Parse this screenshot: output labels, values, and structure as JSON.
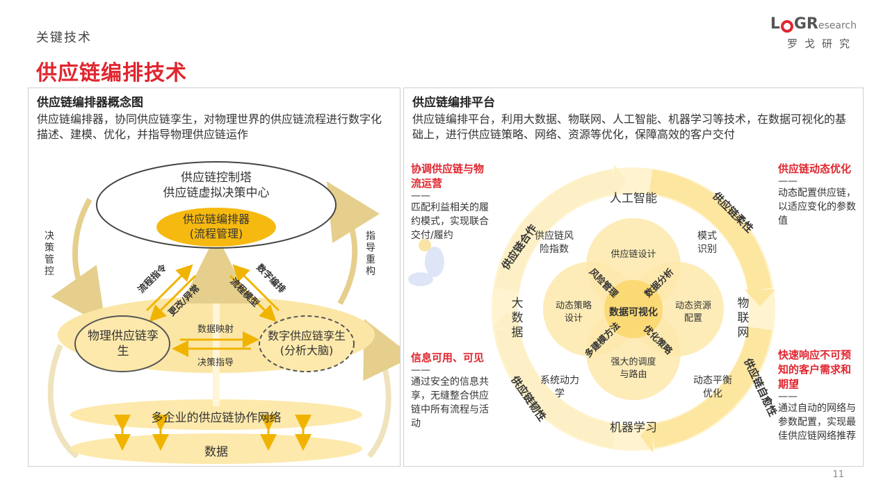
{
  "header": {
    "section_label": "关键技术",
    "title": "供应链编排技术",
    "logo": {
      "letters": "LOGR",
      "word": "esearch",
      "subtitle": "罗戈研究"
    }
  },
  "left_panel": {
    "heading": "供应链编排器概念图",
    "description": "供应链编排器，协同供应链孪生，对物理世界的供应链流程进行数字化描述、建模、优化，并指导物理供应链运作",
    "tower_line1": "供应链控制塔",
    "tower_line2": "供应链虚拟决策中心",
    "orchestrator_line1": "供应链编排器",
    "orchestrator_line2": "(流程管理)",
    "left_side_label": "决策管控",
    "right_side_label": "指导重构",
    "arrow_labels": [
      "流程指令",
      "更改/异常",
      "流程模型",
      "数字编排"
    ],
    "physical_twin": "物理供应链孪生",
    "digital_twin_line1": "数字供应链孪生",
    "digital_twin_line2": "(分析大脑)",
    "data_mapping": "数据映射",
    "decision_guidance": "决策指导",
    "network": "多企业的供应链协作网络",
    "data": "数据"
  },
  "right_panel": {
    "heading": "供应链编排平台",
    "description": "供应链编排平台，利用大数据、物联网、人工智能、机器学习等技术，在数据可视化的基础上，进行供应链策略、网络、资源等优化，保障高效的客户交付",
    "ring_labels": [
      "供应链合作",
      "供应链柔性",
      "供应链自愈性",
      "供应链韧性"
    ],
    "outer_labels": [
      "人工智能",
      "物联网",
      "机器学习",
      "大数据"
    ],
    "inner_labels": [
      "供应链风险指数",
      "模式识别",
      "动态平衡优化",
      "系统动力学"
    ],
    "petal_labels": [
      "供应链设计",
      "动态资源配置",
      "强大的调度与路由",
      "动态策略设计"
    ],
    "cross_labels": [
      "风险管理",
      "数据分析",
      "优化策略",
      "多建模方法"
    ],
    "center": "数据可视化"
  },
  "side_notes": [
    {
      "title": "协调供应链与物流运营",
      "dash": "——",
      "body": "匹配利益相关的履约模式，实现联合交付/履约"
    },
    {
      "title": "信息可用、可见",
      "dash": "——",
      "body": "通过安全的信息共享，无缝整合供应链中所有流程与活动"
    },
    {
      "title": "供应链动态优化",
      "dash": "——",
      "body": "动态配置供应链，以适应变化的参数值"
    },
    {
      "title": "快速响应不可预知的客户需求和期望",
      "dash": "——",
      "body": "通过自动的网络与参数配置，实现最佳供应链网络推荐"
    }
  ],
  "footer": {
    "page_number": "11"
  },
  "colors": {
    "accent_red": "#e0262f",
    "gold": "#f0b400",
    "light_gold": "#fbe6a6"
  }
}
